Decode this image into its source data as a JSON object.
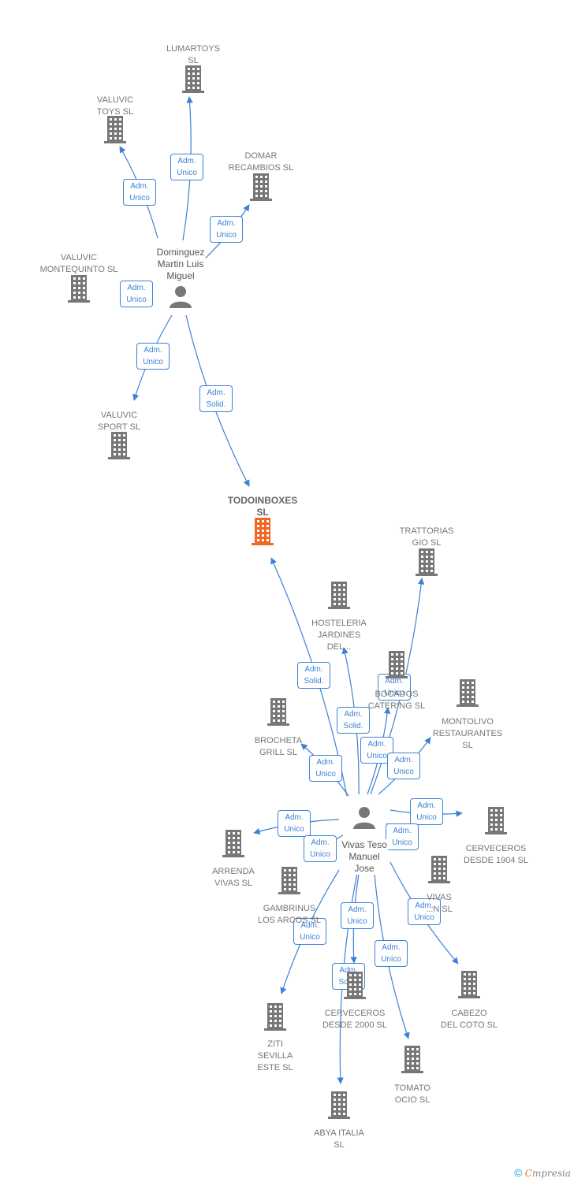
{
  "colors": {
    "edge": "#3b82d6",
    "building": "#777777",
    "focus": "#f26522",
    "person": "#777777"
  },
  "nodes": [
    {
      "id": "lumartoys",
      "type": "company",
      "label": "LUMARTOYS\nSL",
      "icon": "building-icon"
    },
    {
      "id": "valuvic_toys",
      "type": "company",
      "label": "VALUVIC\nTOYS  SL",
      "icon": "building-icon"
    },
    {
      "id": "domar",
      "type": "company",
      "label": "DOMAR\nRECAMBIOS SL",
      "icon": "building-icon"
    },
    {
      "id": "valuvic_montequinto",
      "type": "company",
      "label": "VALUVIC\nMONTEQUINTO SL",
      "icon": "building-icon"
    },
    {
      "id": "dominguez",
      "type": "person",
      "label": "Dominguez\nMartin Luis\nMiguel",
      "icon": "person-icon"
    },
    {
      "id": "valuvic_sport",
      "type": "company",
      "label": "VALUVIC\nSPORT  SL",
      "icon": "building-icon"
    },
    {
      "id": "todoinboxes",
      "type": "focus",
      "label": "TODOINBOXES\nSL",
      "icon": "building-icon"
    },
    {
      "id": "trattorias",
      "type": "company",
      "label": "TRATTORIAS\nGIO  SL",
      "icon": "building-icon"
    },
    {
      "id": "hosteleria",
      "type": "company",
      "label": "HOSTELERIA\nJARDINES\nDEL...",
      "icon": "building-icon"
    },
    {
      "id": "bocados",
      "type": "company",
      "label": "BOCADOS\nCATERING SL",
      "icon": "building-icon"
    },
    {
      "id": "montolivo",
      "type": "company",
      "label": "MONTOLIVO\nRESTAURANTES\nSL",
      "icon": "building-icon"
    },
    {
      "id": "brocheta",
      "type": "company",
      "label": "BROCHETA\nGRILL  SL",
      "icon": "building-icon"
    },
    {
      "id": "vivas",
      "type": "person",
      "label": "Vivas Teso\nManuel\nJose",
      "icon": "person-icon"
    },
    {
      "id": "cerveceros1904",
      "type": "company",
      "label": "CERVECEROS\nDESDE 1904 SL",
      "icon": "building-icon"
    },
    {
      "id": "arrenda",
      "type": "company",
      "label": "ARRENDA\nVIVAS SL",
      "icon": "building-icon"
    },
    {
      "id": "vivas_sl",
      "type": "company",
      "label": "VIVAS\n...N  SL",
      "icon": "building-icon"
    },
    {
      "id": "gambrinus",
      "type": "company",
      "label": "GAMBRINUS\nLOS ARCOS SL",
      "icon": "building-icon"
    },
    {
      "id": "cerveceros2000",
      "type": "company",
      "label": "CERVECEROS\nDESDE 2000 SL",
      "icon": "building-icon"
    },
    {
      "id": "cabezo",
      "type": "company",
      "label": "CABEZO\nDEL COTO SL",
      "icon": "building-icon"
    },
    {
      "id": "ziti",
      "type": "company",
      "label": "ZITI\nSEVILLA\nESTE  SL",
      "icon": "building-icon"
    },
    {
      "id": "tomato",
      "type": "company",
      "label": "TOMATO\nOCIO  SL",
      "icon": "building-icon"
    },
    {
      "id": "abya",
      "type": "company",
      "label": "ABYA ITALIA\nSL",
      "icon": "building-icon"
    }
  ],
  "edges": [
    {
      "from": "dominguez",
      "to": "lumartoys",
      "label": "Adm.\nUnico"
    },
    {
      "from": "dominguez",
      "to": "valuvic_toys",
      "label": "Adm.\nUnico"
    },
    {
      "from": "dominguez",
      "to": "domar",
      "label": "Adm.\nUnico"
    },
    {
      "from": "dominguez",
      "to": "valuvic_montequinto",
      "label": "Adm.\nUnico"
    },
    {
      "from": "dominguez",
      "to": "valuvic_sport",
      "label": "Adm.\nUnico"
    },
    {
      "from": "dominguez",
      "to": "todoinboxes",
      "label": "Adm.\nSolid."
    },
    {
      "from": "vivas",
      "to": "todoinboxes",
      "label": "Adm.\nSolid."
    },
    {
      "from": "vivas",
      "to": "hosteleria",
      "label": "Adm.\nSolid."
    },
    {
      "from": "vivas",
      "to": "trattorias",
      "label": "Adm.\nUnico"
    },
    {
      "from": "vivas",
      "to": "bocados",
      "label": "Adm.\nUnico"
    },
    {
      "from": "vivas",
      "to": "montolivo",
      "label": "Adm.\nUnico"
    },
    {
      "from": "vivas",
      "to": "brocheta",
      "label": "Adm.\nUnico"
    },
    {
      "from": "vivas",
      "to": "cerveceros1904",
      "label": "Adm.\nUnico"
    },
    {
      "from": "vivas",
      "to": "arrenda",
      "label": "Adm.\nUnico"
    },
    {
      "from": "vivas",
      "to": "vivas_sl",
      "label": "Adm.\nUnico"
    },
    {
      "from": "vivas",
      "to": "gambrinus",
      "label": "Adm.\nUnico"
    },
    {
      "from": "vivas",
      "to": "cerveceros2000",
      "label": "Adm.\nUnico"
    },
    {
      "from": "vivas",
      "to": "cabezo",
      "label": "Adm.\nUnico"
    },
    {
      "from": "vivas",
      "to": "ziti",
      "label": "Adm.\nUnico"
    },
    {
      "from": "vivas",
      "to": "tomato",
      "label": "Adm.\nUnico"
    },
    {
      "from": "vivas",
      "to": "abya",
      "label": "Adm.\nSolid."
    }
  ],
  "footer": {
    "copyright": "©",
    "brand_initial": "C",
    "brand_rest": "mpresia"
  }
}
